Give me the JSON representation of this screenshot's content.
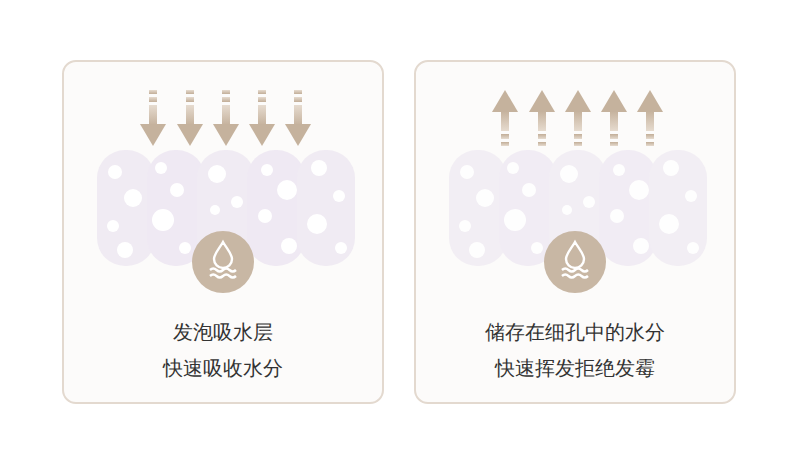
{
  "diagram": {
    "nodes": [
      {
        "text": [
          "发泡吸水层",
          "快速吸收水分"
        ]
      },
      {
        "text": [
          "储存在细孔中的水分",
          "快速挥发拒绝发霉"
        ]
      }
    ]
  }
}
